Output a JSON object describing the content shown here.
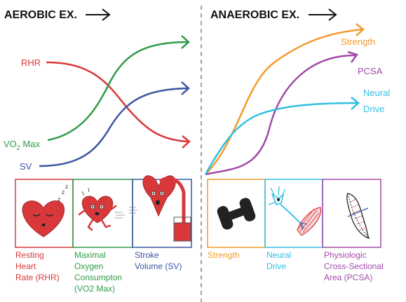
{
  "colors": {
    "red": "#d9383b",
    "green": "#2f9c48",
    "blue": "#3c55a3",
    "orange": "#f39a2d",
    "purple": "#a34aa8",
    "cyan": "#33bfe0",
    "ink": "#111111"
  },
  "aerobic": {
    "title": "AEROBIC EX.",
    "curves": {
      "rhr": "RHR",
      "vo2_main": "VO",
      "vo2_sub": "2",
      "vo2_tail": " Max",
      "sv": "SV"
    },
    "panels": [
      {
        "icon": "sleeping-heart-icon",
        "caption": [
          "Resting",
          "Heart",
          "Rate (RHR)"
        ]
      },
      {
        "icon": "running-heart-icon",
        "caption": [
          "Maximal",
          "Oxygen",
          "Consumpton",
          "(VO2 Max)"
        ]
      },
      {
        "icon": "pumping-heart-icon",
        "caption": [
          "Stroke",
          "Volume (SV)"
        ]
      }
    ]
  },
  "anaerobic": {
    "title": "ANAEROBIC EX.",
    "curves": {
      "strength": "Strength",
      "pcsa": "PCSA",
      "neural_1": "Neural",
      "neural_2": "Drive"
    },
    "panels": [
      {
        "icon": "dumbbell-icon",
        "caption": [
          "Strength"
        ]
      },
      {
        "icon": "neuron-muscle-icon",
        "caption": [
          "Neural",
          "Drive"
        ]
      },
      {
        "icon": "muscle-fiber-icon",
        "caption": [
          "Physiologic",
          "Cross-Sectional",
          "Area (PCSA)"
        ]
      }
    ]
  }
}
